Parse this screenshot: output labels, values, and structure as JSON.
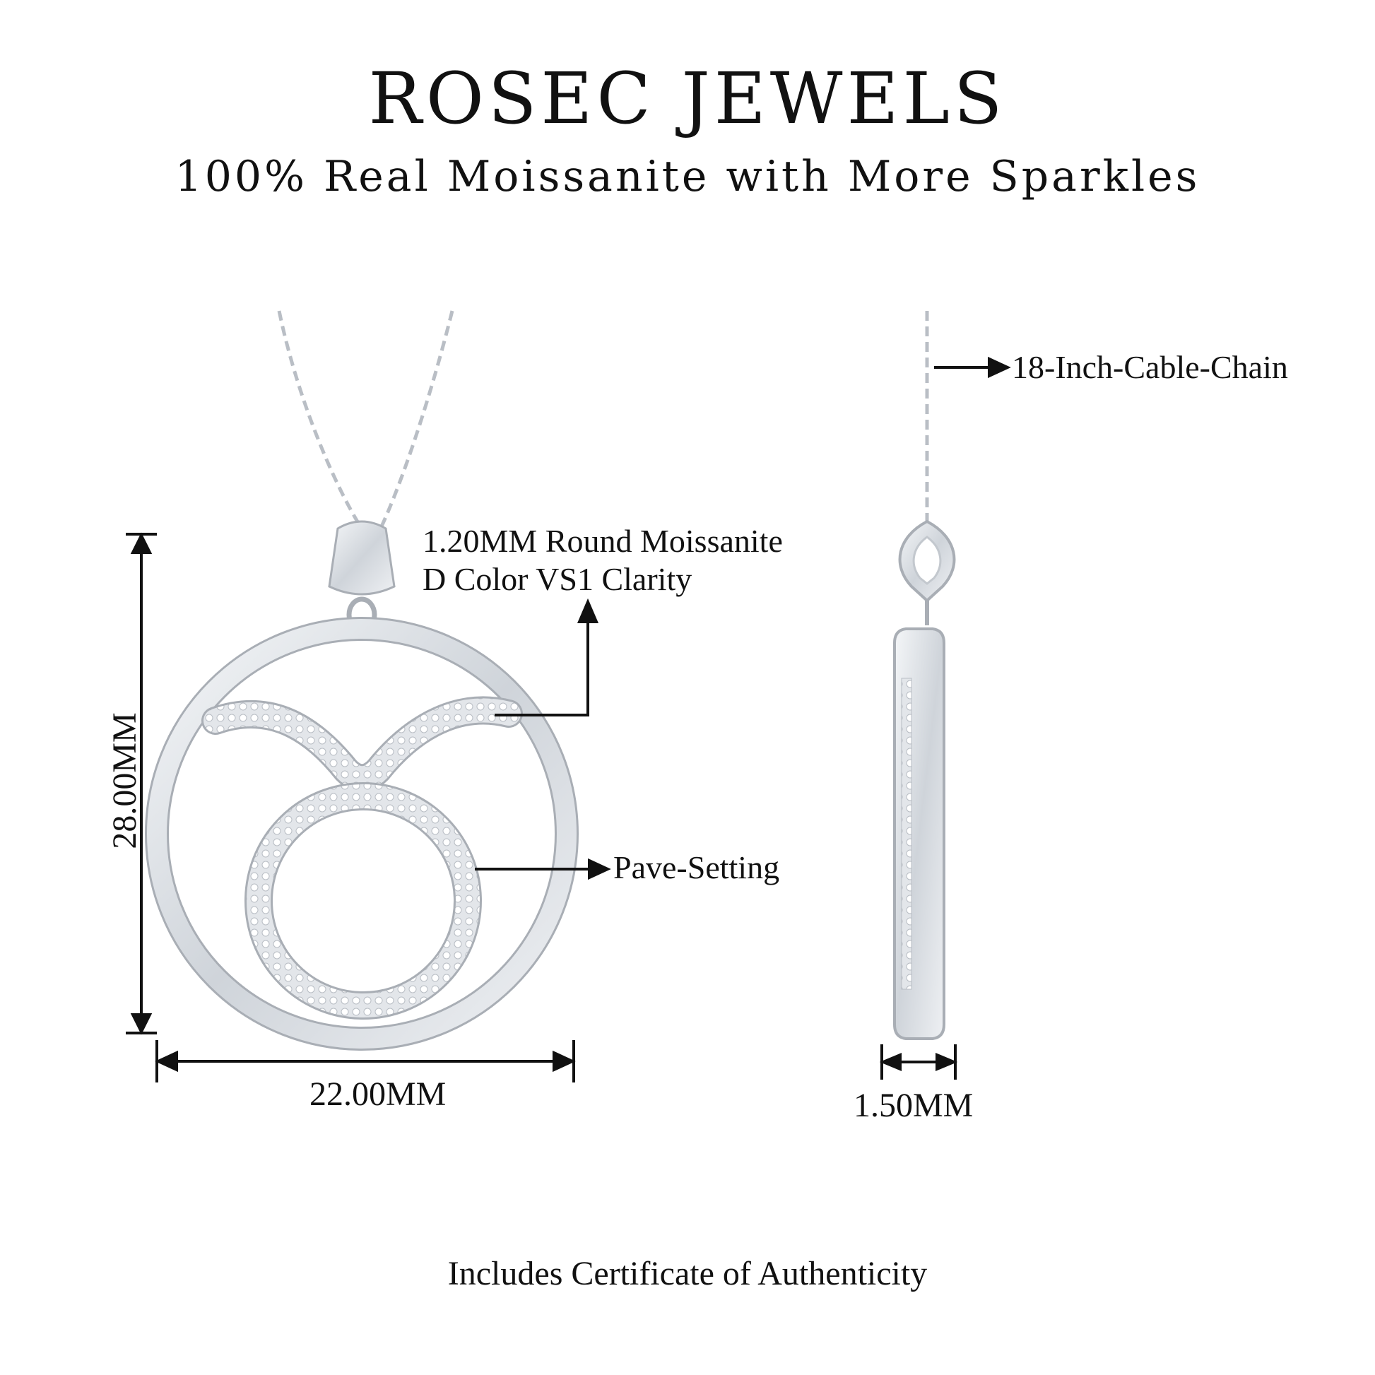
{
  "header": {
    "brand": "ROSEC JEWELS",
    "tagline": "100% Real Moissanite with More Sparkles"
  },
  "annotations": {
    "stone_line1": "1.20MM Round Moissanite",
    "stone_line2": "D Color VS1 Clarity",
    "setting": "Pave-Setting",
    "chain": "18-Inch-Cable-Chain",
    "height": "28.00MM",
    "width": "22.00MM",
    "thickness": "1.50MM"
  },
  "footer": {
    "text": "Includes Certificate of Authenticity"
  },
  "colors": {
    "metal": "#d9dde2",
    "metal_dark": "#a9aeb5",
    "ink": "#111111"
  }
}
